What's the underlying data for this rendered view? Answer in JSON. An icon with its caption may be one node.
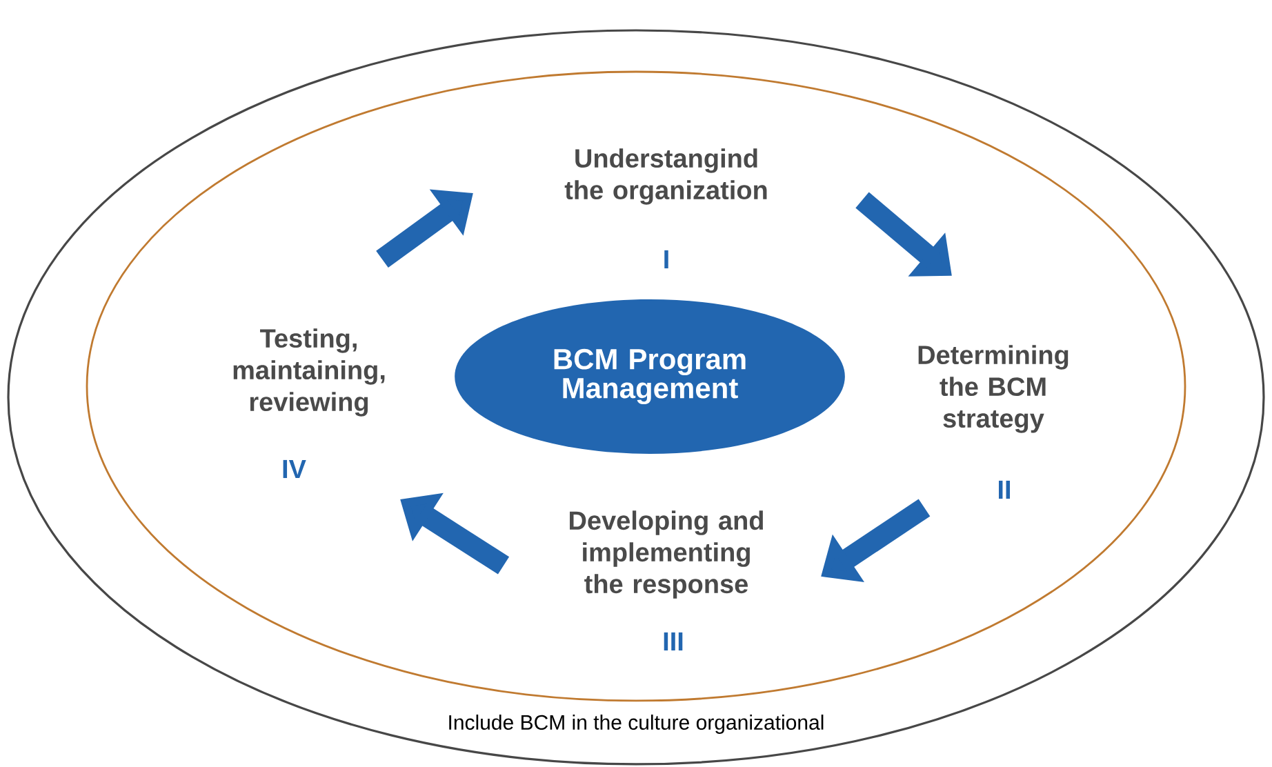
{
  "diagram": {
    "nodes": [
      {
        "text": [
          "Include BCM in the culture organizational"
        ]
      },
      {
        "text": [],
        "shape": "ellipse",
        "in": 0
      },
      {
        "text": [
          "Understangind the organization"
        ],
        "in": 1,
        "beside": [
          "I"
        ]
      },
      {
        "text": [
          "Testing, maintaining, reviewing"
        ],
        "in": 1,
        "beside": [
          "IV"
        ]
      },
      {
        "text": [
          "BCM Program Management"
        ],
        "in": 1
      },
      {
        "text": [
          "Determining the BCM strategy"
        ],
        "in": 1,
        "beside": [
          "II"
        ]
      },
      {
        "text": [
          "Developing and implementing the response"
        ],
        "in": 1,
        "beside": [
          "III"
        ]
      }
    ],
    "edges": [
      {
        "from": 3,
        "to": 2,
        "arrow": "to"
      },
      {
        "from": 2,
        "to": 5,
        "arrow": "to"
      },
      {
        "from": 5,
        "to": 6,
        "arrow": "to"
      },
      {
        "from": 6,
        "to": 3,
        "arrow": "to"
      }
    ]
  }
}
